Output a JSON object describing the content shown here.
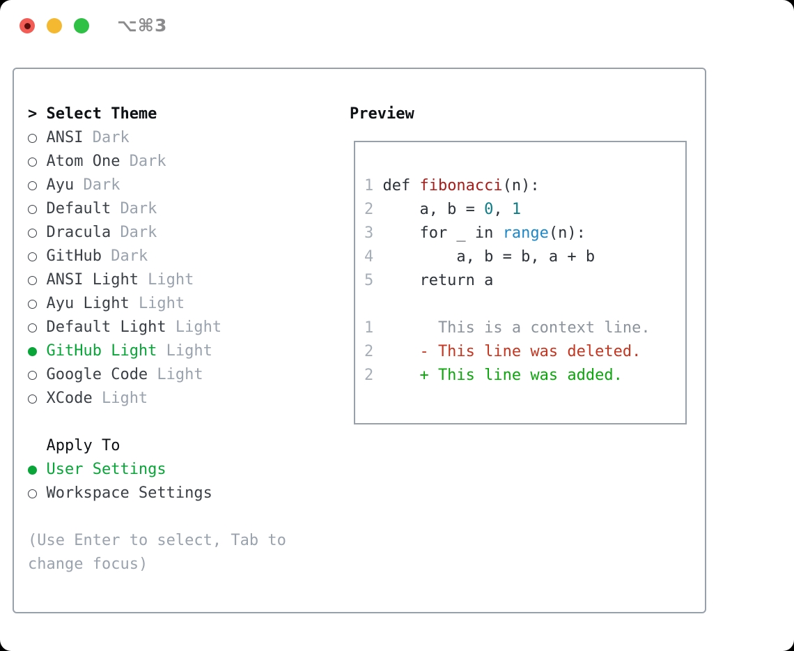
{
  "window": {
    "shortcut": "⌥⌘3",
    "titlebar_buttons": [
      "close",
      "minimize",
      "zoom"
    ]
  },
  "theme_panel": {
    "title": "Select Theme",
    "title_marker": ">",
    "themes": [
      {
        "name": "ANSI",
        "variant": "Dark",
        "selected": false
      },
      {
        "name": "Atom One",
        "variant": "Dark",
        "selected": false
      },
      {
        "name": "Ayu",
        "variant": "Dark",
        "selected": false
      },
      {
        "name": "Default",
        "variant": "Dark",
        "selected": false
      },
      {
        "name": "Dracula",
        "variant": "Dark",
        "selected": false
      },
      {
        "name": "GitHub",
        "variant": "Dark",
        "selected": false
      },
      {
        "name": "ANSI Light",
        "variant": "Light",
        "selected": false
      },
      {
        "name": "Ayu Light",
        "variant": "Light",
        "selected": false
      },
      {
        "name": "Default Light",
        "variant": "Light",
        "selected": false
      },
      {
        "name": "GitHub Light",
        "variant": "Light",
        "selected": true
      },
      {
        "name": "Google Code",
        "variant": "Light",
        "selected": false
      },
      {
        "name": "XCode",
        "variant": "Light",
        "selected": false
      }
    ],
    "apply_to": {
      "title": "Apply To",
      "options": [
        {
          "label": "User Settings",
          "selected": true
        },
        {
          "label": "Workspace Settings",
          "selected": false
        }
      ]
    },
    "hint_lines": [
      "(Use Enter to select, Tab to",
      "change focus)"
    ]
  },
  "preview": {
    "title": "Preview",
    "code_lines": [
      {
        "num": "1",
        "segments": [
          {
            "text": "def ",
            "style": "code"
          },
          {
            "text": "fibonacci",
            "style": "function"
          },
          {
            "text": "(n):",
            "style": "code"
          }
        ]
      },
      {
        "num": "2",
        "segments": [
          {
            "text": "    a, b = ",
            "style": "code"
          },
          {
            "text": "0",
            "style": "number"
          },
          {
            "text": ", ",
            "style": "code"
          },
          {
            "text": "1",
            "style": "number"
          }
        ]
      },
      {
        "num": "3",
        "segments": [
          {
            "text": "    for _ in ",
            "style": "code"
          },
          {
            "text": "range",
            "style": "builtin"
          },
          {
            "text": "(n):",
            "style": "code"
          }
        ]
      },
      {
        "num": "4",
        "segments": [
          {
            "text": "        a, b = b, a + b",
            "style": "code"
          }
        ]
      },
      {
        "num": "5",
        "segments": [
          {
            "text": "    return a",
            "style": "code"
          }
        ]
      },
      {
        "num": "",
        "segments": []
      },
      {
        "num": "1",
        "segments": [
          {
            "text": "      This is a context line.",
            "style": "context"
          }
        ]
      },
      {
        "num": "2",
        "segments": [
          {
            "text": "    - This line was deleted.",
            "style": "deleted"
          }
        ]
      },
      {
        "num": "2",
        "segments": [
          {
            "text": "    + This line was added.",
            "style": "added"
          }
        ]
      }
    ]
  },
  "colors": {
    "accent_green": "#09a538",
    "added_green": "#0da60d",
    "deleted_red": "#c5351f",
    "function_red": "#a71d1a",
    "number_teal": "#0c7d87",
    "builtin_blue": "#1b87c9",
    "code_text": "#2b3138",
    "item_text": "#3a4046",
    "title_text": "#0e1114",
    "muted_gray": "#9aa3ad",
    "context_gray": "#8b939c",
    "line_number_gray": "#a6aeb8",
    "border_gray": "#98a0aa",
    "titlebar_gray": "#8b8b8d",
    "traffic_red": "#f25c54",
    "traffic_red_dot": "#5b0f0c",
    "traffic_yellow": "#f5b831",
    "traffic_green": "#2fc046"
  }
}
